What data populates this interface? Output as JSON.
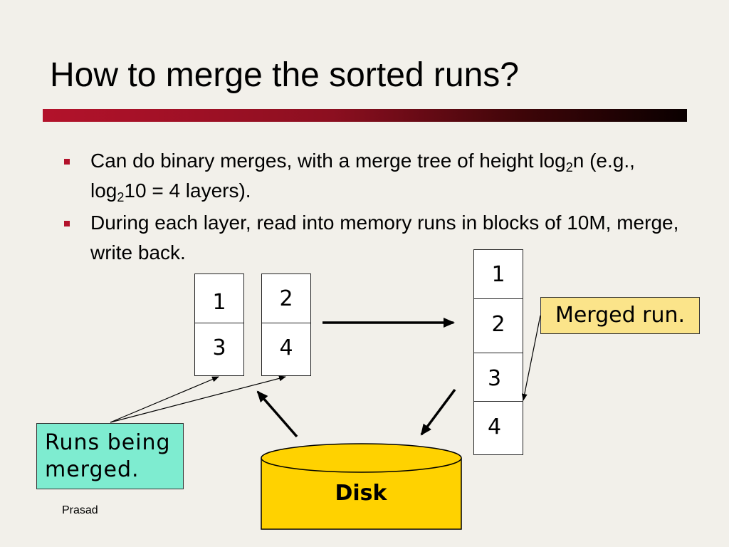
{
  "title": "How to merge the sorted runs?",
  "bullets": [
    {
      "parts": [
        {
          "t": "Can do binary merges, with a merge tree of height log"
        },
        {
          "t": "2",
          "sub": true
        },
        {
          "t": "n (e.g., log"
        },
        {
          "t": "2",
          "sub": true
        },
        {
          "t": "10 = 4 layers)."
        }
      ]
    },
    {
      "parts": [
        {
          "t": "During each layer, read into memory runs in blocks of 10M, merge, write back."
        }
      ]
    }
  ],
  "diagram": {
    "run_a": [
      "1",
      "3"
    ],
    "run_b": [
      "2",
      "4"
    ],
    "merged_run": [
      "1",
      "2",
      "3",
      "4"
    ],
    "merged_label": "Merged run.",
    "runs_label_line1": "Runs being",
    "runs_label_line2": "merged.",
    "disk_label": "Disk"
  },
  "footer": "Prasad",
  "colors": {
    "bullet": "#b3122b",
    "merged_label_bg": "#fbe48a",
    "runs_label_bg": "#7eecd0",
    "disk_fill": "#ffd200",
    "background": "#f2f0ea"
  }
}
